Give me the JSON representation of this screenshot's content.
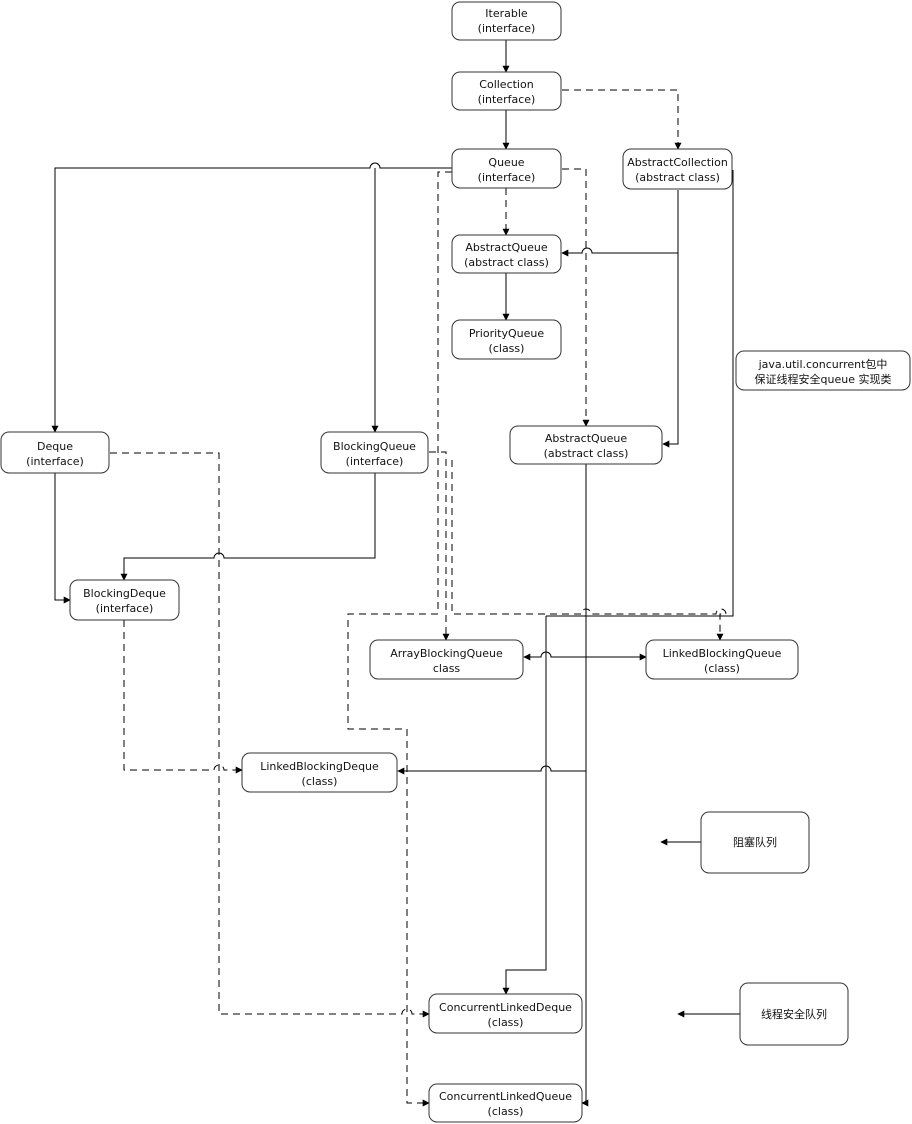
{
  "nodes": {
    "iterable": [
      "Iterable",
      "(interface)"
    ],
    "collection": [
      "Collection",
      "(interface)"
    ],
    "queue": [
      "Queue",
      "(interface)"
    ],
    "abstract_collection": [
      "AbstractCollection",
      "(abstract class)"
    ],
    "abstract_queue_top": [
      "AbstractQueue",
      "(abstract class)"
    ],
    "priority_queue": [
      "PriorityQueue",
      "(class)"
    ],
    "note": [
      "java.util.concurrent包中",
      "保证线程安全queue 实现类"
    ],
    "deque": [
      "Deque",
      "(interface)"
    ],
    "blocking_queue": [
      "BlockingQueue",
      "(interface)"
    ],
    "abstract_queue_mid": [
      "AbstractQueue",
      "(abstract class)"
    ],
    "blocking_deque": [
      "BlockingDeque",
      "(interface)"
    ],
    "array_blocking_queue": [
      "ArrayBlockingQueue",
      "class"
    ],
    "linked_blocking_queue": [
      "LinkedBlockingQueue",
      "(class)"
    ],
    "linked_blocking_deque": [
      "LinkedBlockingDeque",
      "(class)"
    ],
    "concurrent_linked_deque": [
      "ConcurrentLinkedDeque",
      "(class)"
    ],
    "concurrent_linked_queue": [
      "ConcurrentLinkedQueue",
      "(class)"
    ]
  },
  "legend": {
    "blocking": "阻塞队列",
    "thread_safe": "线程安全队列"
  }
}
